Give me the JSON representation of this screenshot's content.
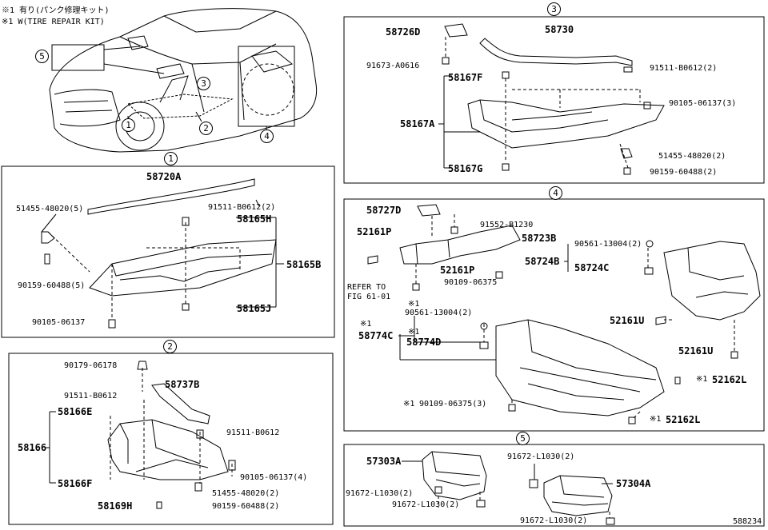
{
  "notes": [
    "※1 有り(パンク修理キット)",
    "※1 W(TIRE REPAIR KIT)"
  ],
  "sheet_code": "588234",
  "overview": {
    "callouts": [
      "1",
      "2",
      "3",
      "4",
      "5"
    ]
  },
  "panel1": {
    "num": "1",
    "parts": [
      "58720A",
      "91511-B0612(2)",
      "51455-48020(5)",
      "58165H",
      "58165B",
      "90159-60488(5)",
      "58165J",
      "90105-06137"
    ]
  },
  "panel2": {
    "num": "2",
    "parts": [
      "90179-06178",
      "58737B",
      "91511-B0612",
      "58166E",
      "91511-B0612",
      "58166",
      "90105-06137(4)",
      "58166F",
      "51455-48020(2)",
      "58169H",
      "90159-60488(2)"
    ]
  },
  "panel3": {
    "num": "3",
    "parts": [
      "58726D",
      "58730",
      "91673-A0616",
      "91511-B0612(2)",
      "58167F",
      "90105-06137(3)",
      "58167A",
      "51455-48020(2)",
      "58167G",
      "90159-60488(2)"
    ]
  },
  "panel4": {
    "num": "4",
    "refer": "REFER TO",
    "fig": "FIG 61-01",
    "mark": "※1",
    "parts": [
      "58727D",
      "91552-B1230",
      "52161P",
      "58723B",
      "90561-13004(2)",
      "58724B",
      "58724C",
      "52161P",
      "90109-06375",
      "90561-13004(2)",
      "52161U",
      "58774C",
      "58774D",
      "52161U",
      "52162L",
      "90109-06375(3)",
      "52162L"
    ]
  },
  "panel5": {
    "num": "5",
    "parts": [
      "57303A",
      "91672-L1030(2)",
      "91672-L1030(2)",
      "57304A",
      "91672-L1030(2)",
      "91672-L1030(2)"
    ]
  }
}
